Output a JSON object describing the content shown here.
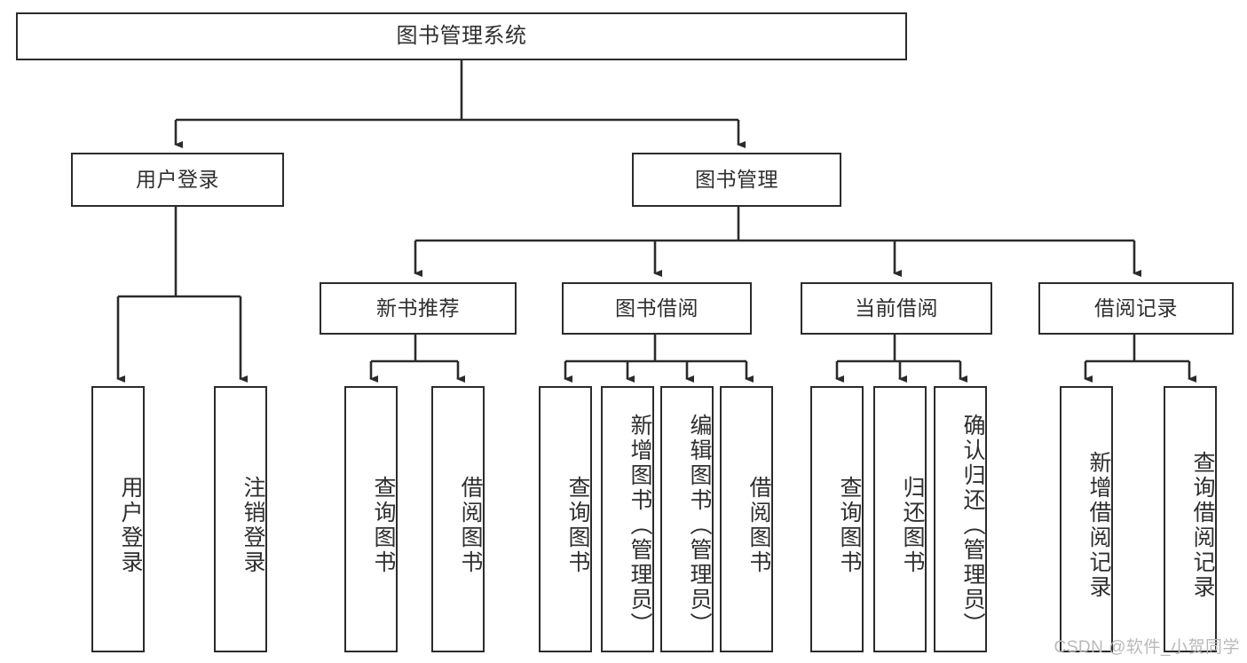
{
  "diagram": {
    "title": "图书管理系统",
    "type": "tree-hierarchy",
    "root": {
      "id": "root",
      "label": "图书管理系统"
    },
    "level2": [
      {
        "id": "user-login",
        "label": "用户登录"
      },
      {
        "id": "book-manage",
        "label": "图书管理"
      }
    ],
    "level3": [
      {
        "id": "new-book-rec",
        "label": "新书推荐"
      },
      {
        "id": "book-borrow",
        "label": "图书借阅"
      },
      {
        "id": "current-borrow",
        "label": "当前借阅"
      },
      {
        "id": "borrow-record",
        "label": "借阅记录"
      }
    ],
    "leaves": {
      "user_login": [
        {
          "id": "leaf-user-login",
          "label": "用户登录"
        },
        {
          "id": "leaf-logout-login",
          "label": "注销登录"
        }
      ],
      "new_book_rec": [
        {
          "id": "leaf-query-book-1",
          "label": "查询图书"
        },
        {
          "id": "leaf-borrow-book-1",
          "label": "借阅图书"
        }
      ],
      "book_borrow": [
        {
          "id": "leaf-query-book-2",
          "label": "查询图书"
        },
        {
          "id": "leaf-add-book",
          "label": "新增图书（管理员）"
        },
        {
          "id": "leaf-edit-book",
          "label": "编辑图书（管理员）"
        },
        {
          "id": "leaf-borrow-book-2",
          "label": "借阅图书"
        }
      ],
      "current_borrow": [
        {
          "id": "leaf-query-book-3",
          "label": "查询图书"
        },
        {
          "id": "leaf-return-book",
          "label": "归还图书"
        },
        {
          "id": "leaf-confirm-return",
          "label": "确认归还（管理员）"
        }
      ],
      "borrow_record": [
        {
          "id": "leaf-add-record",
          "label": "新增借阅记录"
        },
        {
          "id": "leaf-query-record",
          "label": "查询借阅记录"
        }
      ]
    }
  },
  "watermark": {
    "text": "CSDN @软件_小贺同学"
  },
  "colors": {
    "stroke": "#2b2b2b",
    "text": "#2f2f2f",
    "background": "#ffffff",
    "watermark": "#b9b9b9"
  }
}
